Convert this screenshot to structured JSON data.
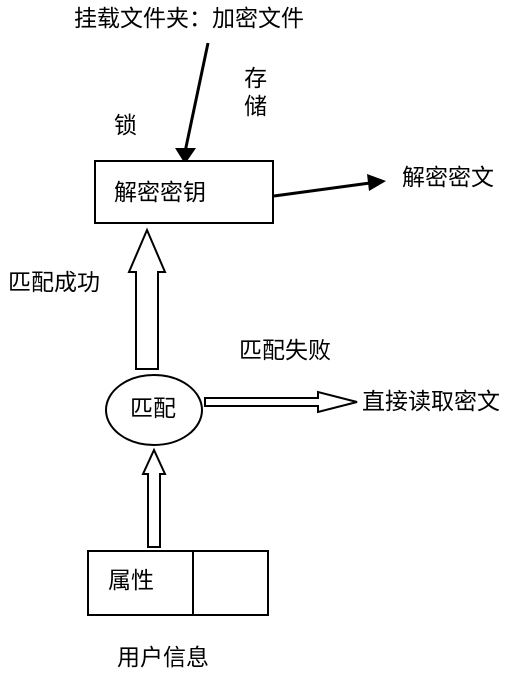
{
  "diagram": {
    "top_label": "挂载文件夹：加密文件",
    "store_label": "存储",
    "lock_label": "锁",
    "key_box_label": "解密密钥",
    "decrypt_output_label": "解密密文",
    "match_success_label": "匹配成功",
    "match_fail_label": "匹配失败",
    "match_node_label": "匹配",
    "direct_read_label": "直接读取密文",
    "attribute_label": "属性",
    "user_info_label": "用户信息"
  },
  "colors": {
    "stroke": "#000000",
    "background": "#ffffff"
  }
}
